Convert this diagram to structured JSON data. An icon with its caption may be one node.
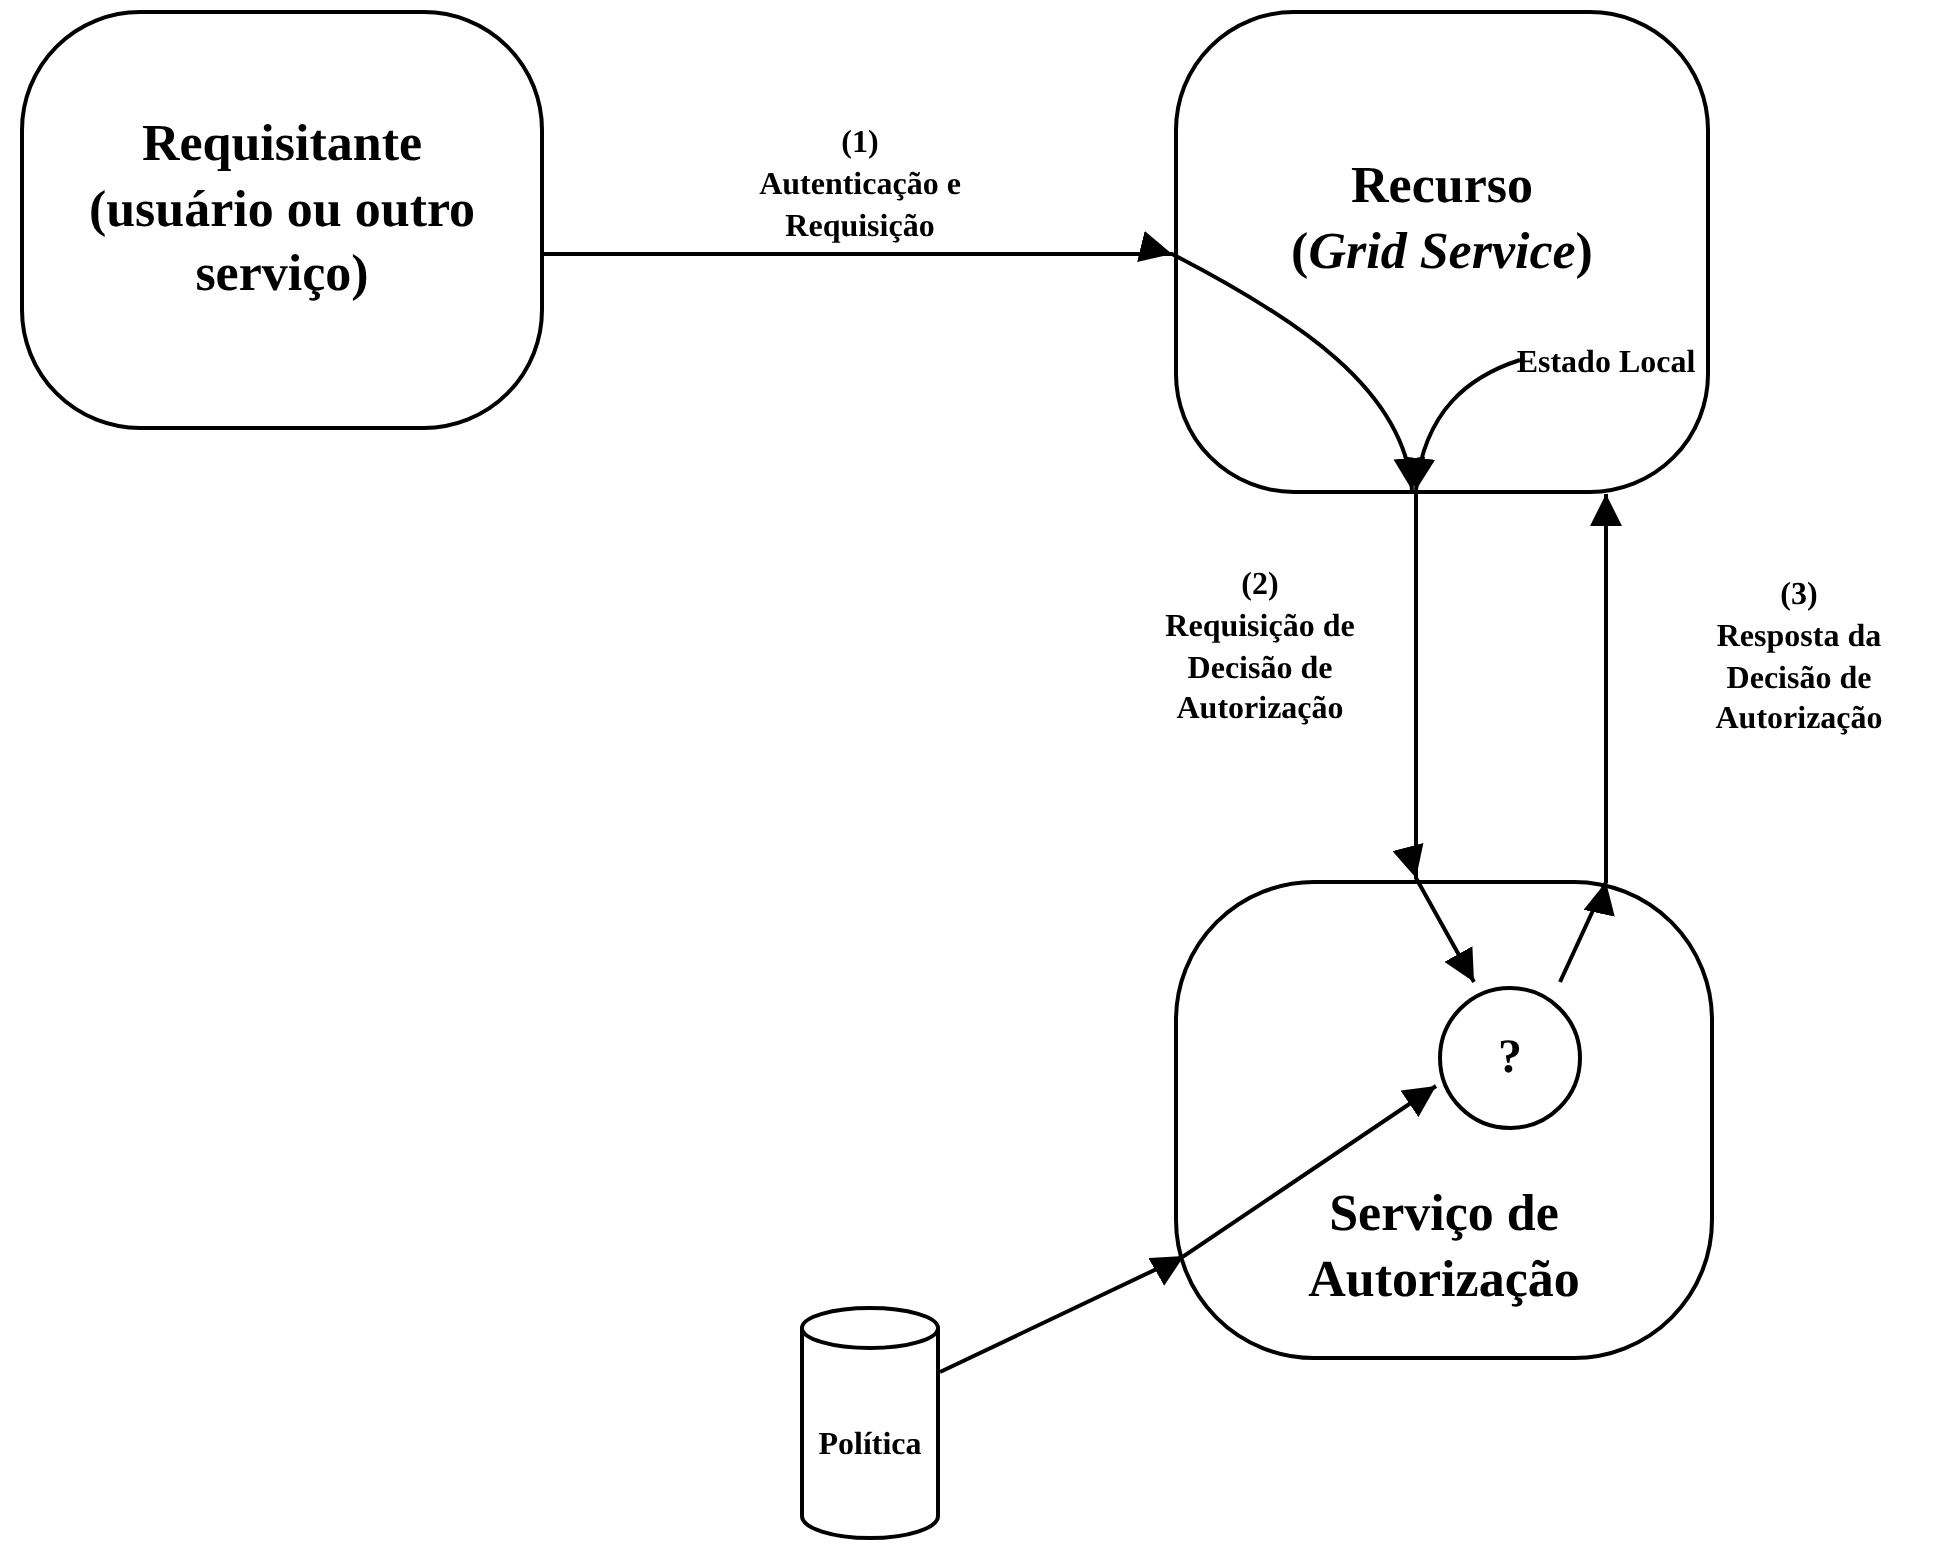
{
  "diagram": {
    "nodes": [
      {
        "text": [
          "Requisitante (usuário ou outro serviço)"
        ]
      },
      {
        "text": [
          "Recurso",
          "(*Grid Service*)"
        ]
      },
      {
        "text": [
          "Estado Local"
        ],
        "in": 1
      },
      {
        "text": [
          "Serviço de Autorização"
        ]
      },
      {
        "text": [
          "?"
        ],
        "in": 3
      },
      {
        "text": [
          "Política"
        ]
      }
    ],
    "edges": [
      {
        "from": 0,
        "to": 1,
        "arrow": "to",
        "label": "(1) Autenticação e Requisição"
      },
      {
        "from": 2,
        "to": 1,
        "arrow": "to"
      },
      {
        "from": 1,
        "to": 4,
        "arrow": "to",
        "label": "(2) Requisição de Decisão de Autorização"
      },
      {
        "from": 4,
        "to": 1,
        "arrow": "to",
        "label": "(3) Resposta da Decisão de Autorização"
      },
      {
        "from": 5,
        "to": 4,
        "arrow": "to"
      }
    ]
  }
}
